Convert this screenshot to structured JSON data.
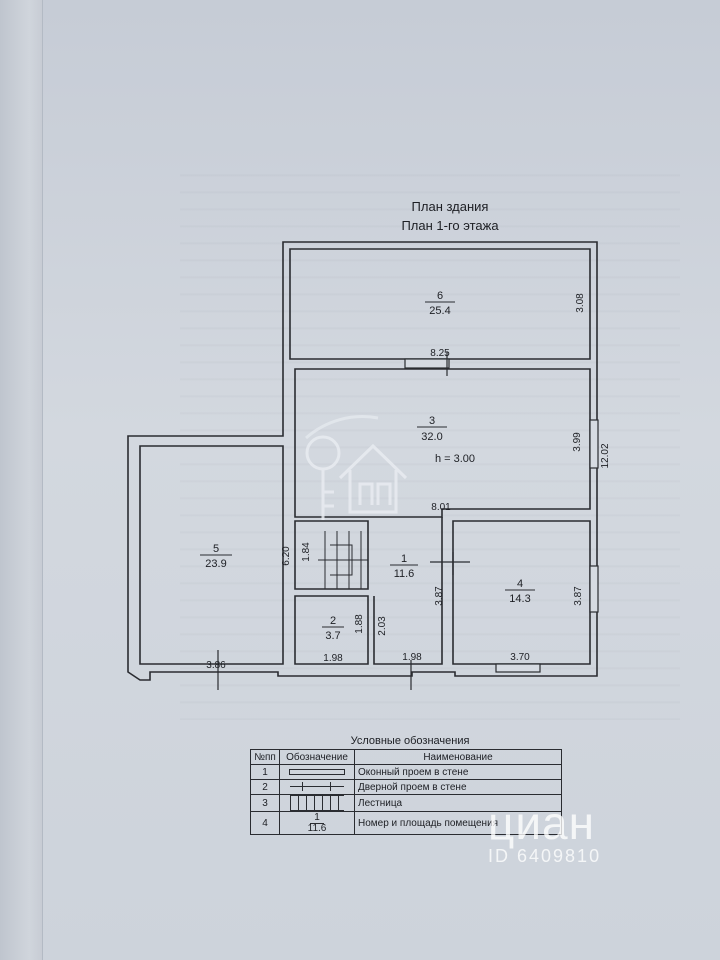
{
  "header": {
    "title_line1": "План здания",
    "title_line2": "План 1-го этажа"
  },
  "rooms": [
    {
      "number": "6",
      "area": "25.4"
    },
    {
      "number": "3",
      "area": "32.0"
    },
    {
      "number": "5",
      "area": "23.9"
    },
    {
      "number": "1",
      "area": "11.6"
    },
    {
      "number": "2",
      "area": "3.7"
    },
    {
      "number": "4",
      "area": "14.3"
    }
  ],
  "ceiling_height": "h = 3.00",
  "dimensions": {
    "d_3_08": "3.08",
    "d_8_25": "8.25",
    "d_3_99": "3.99",
    "d_12_02": "12.02",
    "d_8_01": "8.01",
    "d_6_20": "6.20",
    "d_1_84": "1.84",
    "d_3_87a": "3.87",
    "d_3_87b": "3.87",
    "d_1_88": "1.88",
    "d_2_03": "2.03",
    "d_1_98a": "1.98",
    "d_1_98b": "1.98",
    "d_3_86": "3.86",
    "d_3_70": "3.70"
  },
  "legend": {
    "title": "Условные обозначения",
    "headers": [
      "№пп",
      "Обозначение",
      "Наименование"
    ],
    "rows": [
      {
        "num": "1",
        "name": "Оконный проем в стене",
        "symbol": "window-symbol"
      },
      {
        "num": "2",
        "name": "Дверной проем в стене",
        "symbol": "door-symbol"
      },
      {
        "num": "3",
        "name": "Лестница",
        "symbol": "stairs-symbol"
      },
      {
        "num": "4",
        "name": "Номер и площадь помещения",
        "symbol": "room-area-symbol",
        "sample_number": "1",
        "sample_area": "11.6"
      }
    ]
  },
  "watermark": {
    "brand": "циан",
    "id": "ID 6409810"
  },
  "logo": "key-house-logo"
}
